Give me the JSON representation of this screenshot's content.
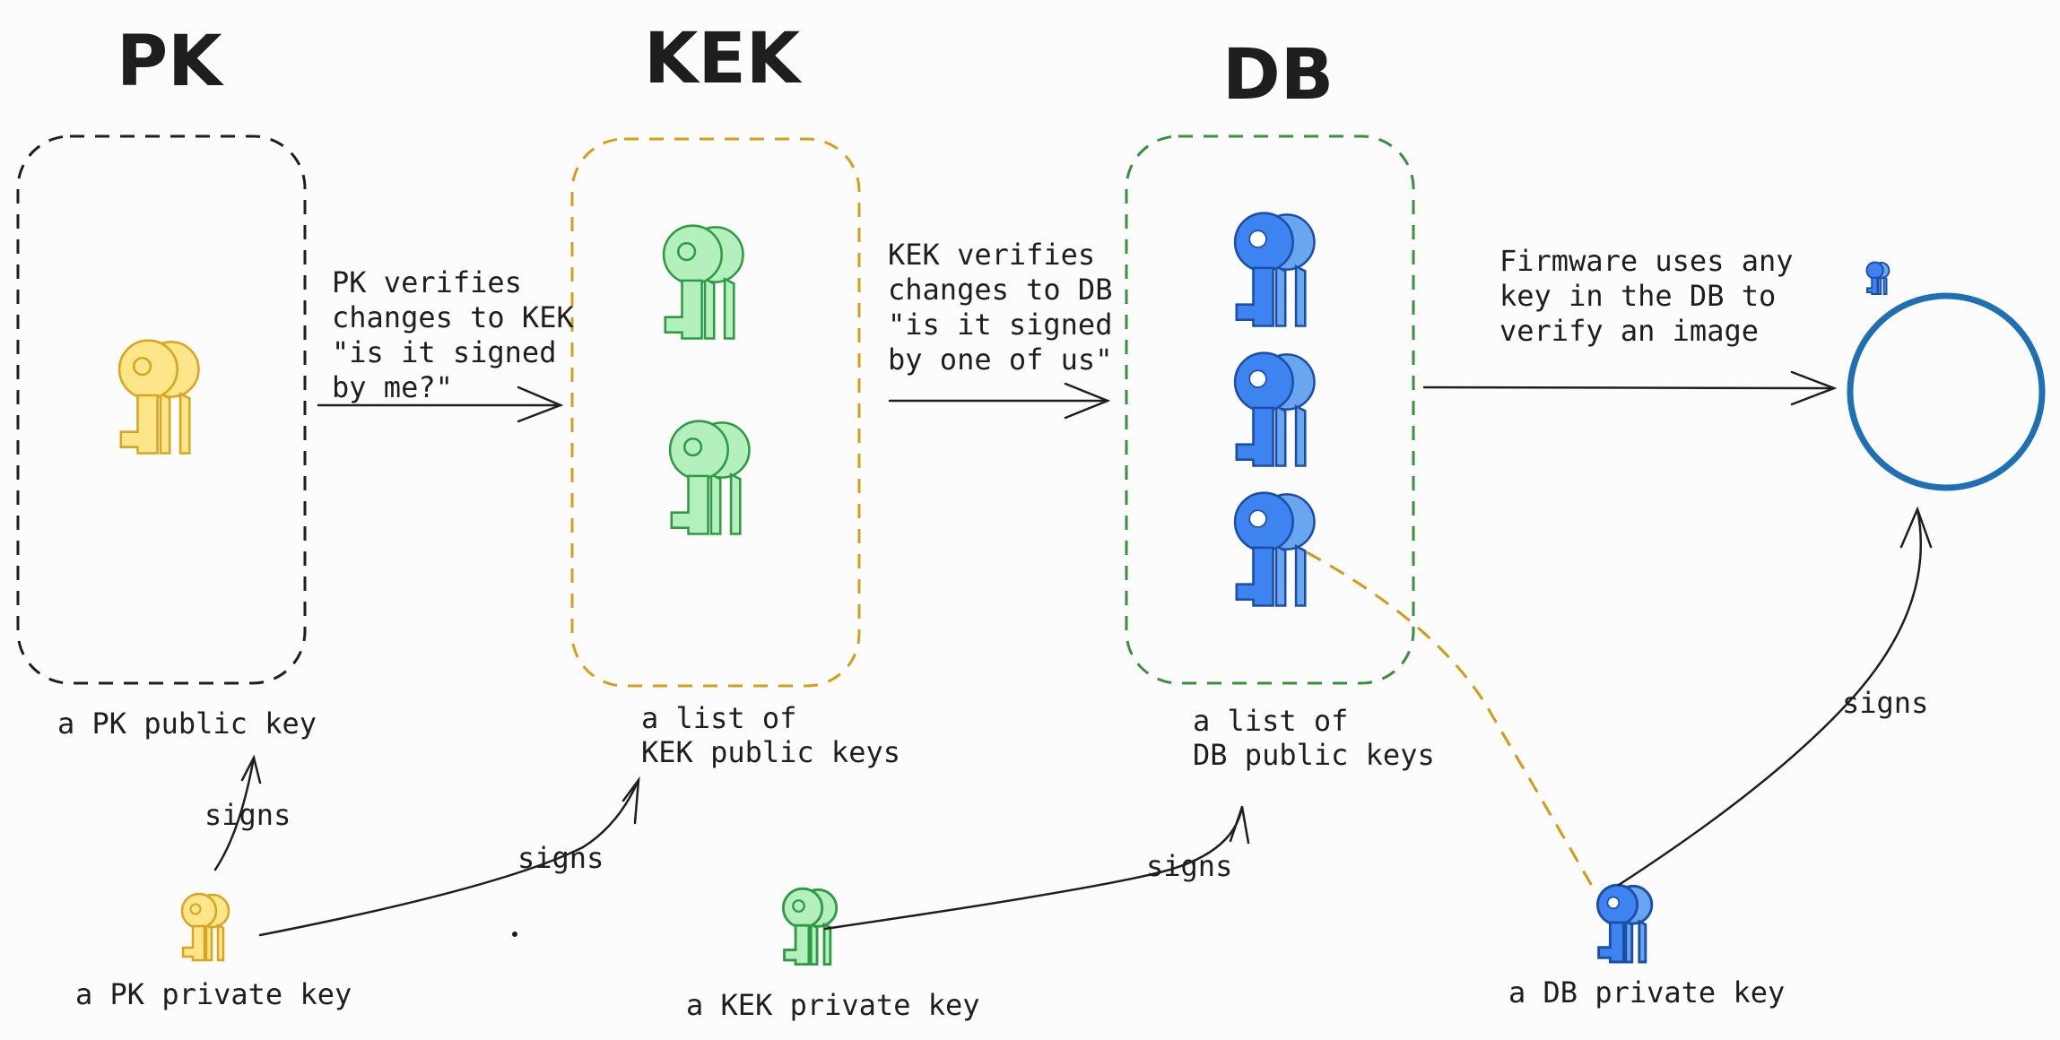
{
  "titles": {
    "pk": "PK",
    "kek": "KEK",
    "db": "DB"
  },
  "captions": {
    "pk_box": "a PK public key",
    "kek_box": [
      "a list of",
      "KEK public keys"
    ],
    "db_box": [
      "a list of",
      "DB public keys"
    ],
    "pk_private": "a PK private key",
    "kek_private": "a KEK private key",
    "db_private": "a DB private key"
  },
  "arrows": {
    "pk_to_kek": [
      "PK verifies",
      "changes to KEK",
      "\"is it signed",
      "by me?\""
    ],
    "kek_to_db": [
      "KEK verifies",
      "changes to DB",
      "\"is it signed",
      "by one of us\""
    ],
    "db_to_image": [
      "Firmware uses any",
      "key in the DB to",
      "verify an image"
    ]
  },
  "signs": {
    "pk": "signs",
    "kek": "signs",
    "db": "signs",
    "image": "signs"
  },
  "colors": {
    "pk_border": "#1e1e1e",
    "kek_border": "#d4a017",
    "db_border": "#3a8f3a",
    "circle": "#1f6fb5",
    "yellow_fill": "#fde58a",
    "yellow_stroke": "#d9a520",
    "green_fill": "#b4efbe",
    "green_stroke": "#2f9a44",
    "blue_fill": "#3d84f0",
    "blue_stroke": "#1c4ea8",
    "dashed_link": "#d49a10"
  }
}
